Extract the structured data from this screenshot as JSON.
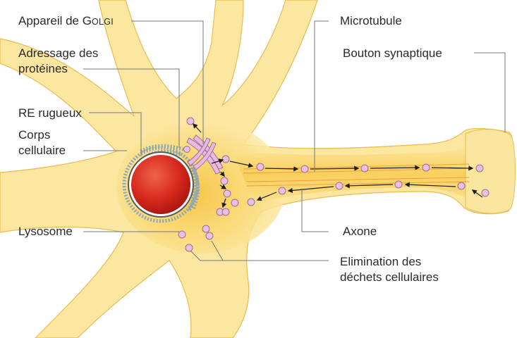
{
  "labels": {
    "golgi": {
      "prefix": "Appareil de ",
      "initial": "G",
      "rest": "OLGI"
    },
    "adressage": {
      "line1": "Adressage des",
      "line2": "protéines"
    },
    "re_rugueux": "RE rugueux",
    "corps": {
      "line1": "Corps",
      "line2": "cellulaire"
    },
    "lysosome": "Lysosome",
    "microtubule": "Microtubule",
    "bouton": "Bouton synaptique",
    "axone": "Axone",
    "elimination": {
      "line1": "Elimination des",
      "line2": "déchets cellulaires"
    }
  },
  "colors": {
    "cytoplasm": "#fbe590",
    "cytoplasm_inner": "#f8c947",
    "membrane_outline": "#e7b84a",
    "nucleus": "#d2251c",
    "nucleus_highlight": "#ee5a44",
    "er": "#9fb5c2",
    "vesicle": "#e6b8df",
    "vesicle_stroke": "#9e6c98",
    "arrow": "#1f1f1f",
    "leader_line": "#777777"
  }
}
